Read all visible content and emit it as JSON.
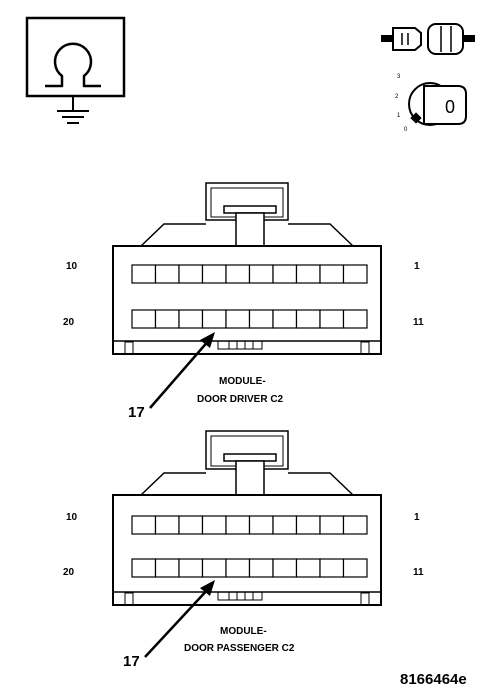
{
  "icons": {
    "ohmmeter": "ohmmeter-ground-icon",
    "disconnect": "connector-disconnect-icon",
    "ignition": "ignition-key-off-icon"
  },
  "ignition": {
    "positions": [
      "3",
      "2",
      "1",
      "0"
    ],
    "key_label": "0"
  },
  "connectors": [
    {
      "pin_top_left": "10",
      "pin_top_right": "1",
      "pin_bottom_left": "20",
      "pin_bottom_right": "11",
      "callout_pin": "17",
      "label_line1": "MODULE-",
      "label_line2": "DOOR DRIVER C2"
    },
    {
      "pin_top_left": "10",
      "pin_top_right": "1",
      "pin_bottom_left": "20",
      "pin_bottom_right": "11",
      "callout_pin": "17",
      "label_line1": "MODULE-",
      "label_line2": "DOOR PASSENGER C2"
    }
  ],
  "reference_code": "8166464e"
}
